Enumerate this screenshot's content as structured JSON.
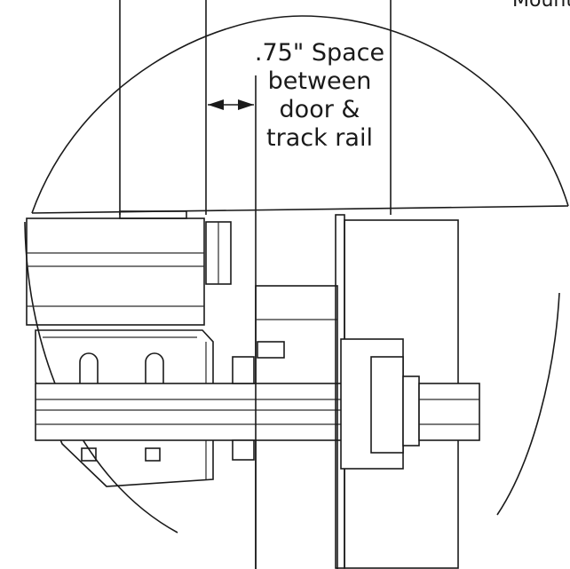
{
  "annotation": {
    "line1": ".75\" Space",
    "line2": "between",
    "line3": "door &",
    "line4": "track rail"
  },
  "corner_label": "Mount",
  "colors": {
    "ink": "#1a1a1a",
    "background": "#ffffff"
  }
}
